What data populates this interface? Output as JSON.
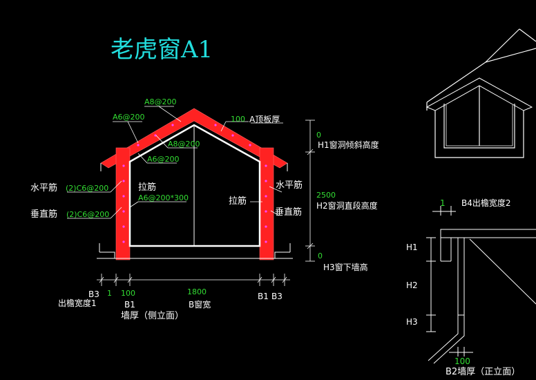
{
  "title": "老虎窗A1",
  "colors": {
    "background": "#000000",
    "title": "#22dddd",
    "line": "#ffffff",
    "rebar_label": "#33dd33",
    "concrete": "#ff2222",
    "stirrup": "#ff33ff"
  },
  "side_section": {
    "rebar_labels": {
      "ridge_top": "A8@200",
      "left_slope": "A6@200",
      "inner_slope": "A8@200",
      "inner_lower": "A6@200",
      "horizontal_bars": "(2)C6@200",
      "vertical_bars": "(2)C6@200",
      "tie_bars": "A6@200*300"
    },
    "text_labels": {
      "horizontal_bars_left": "水平筋",
      "vertical_bars_left": "垂直筋",
      "tie_bars_center": "拉筋",
      "tie_bars_right": "拉筋",
      "horizontal_bars_right": "水平筋",
      "vertical_bars_right": "垂直筋",
      "roof_thickness_value": "100",
      "roof_thickness_label": "A顶板厚"
    },
    "right_dims": {
      "h1_value": "0",
      "h1_label": "H1窗洞倾斜高度",
      "h2_value": "2500",
      "h2_label": "H2窗洞直段高度",
      "h3_value": "0",
      "h3_label": "H3窗下墙高"
    },
    "bottom_dims": {
      "b3_left": "B3",
      "eave_value": "1",
      "eave_label": "出檐宽度1",
      "wall_value": "100",
      "b1_left": "B1",
      "wall_label": "墙厚（侧立面）",
      "width_value": "1800",
      "width_label": "B窗宽",
      "b1_right": "B1",
      "b3_right": "B3"
    }
  },
  "front_elevation": {
    "eave_value": "1",
    "eave_label": "B4出檐宽度2",
    "h1": "H1",
    "h2": "H2",
    "h3": "H3",
    "wall_value": "100",
    "wall_label": "B2墙厚（正立面）"
  }
}
